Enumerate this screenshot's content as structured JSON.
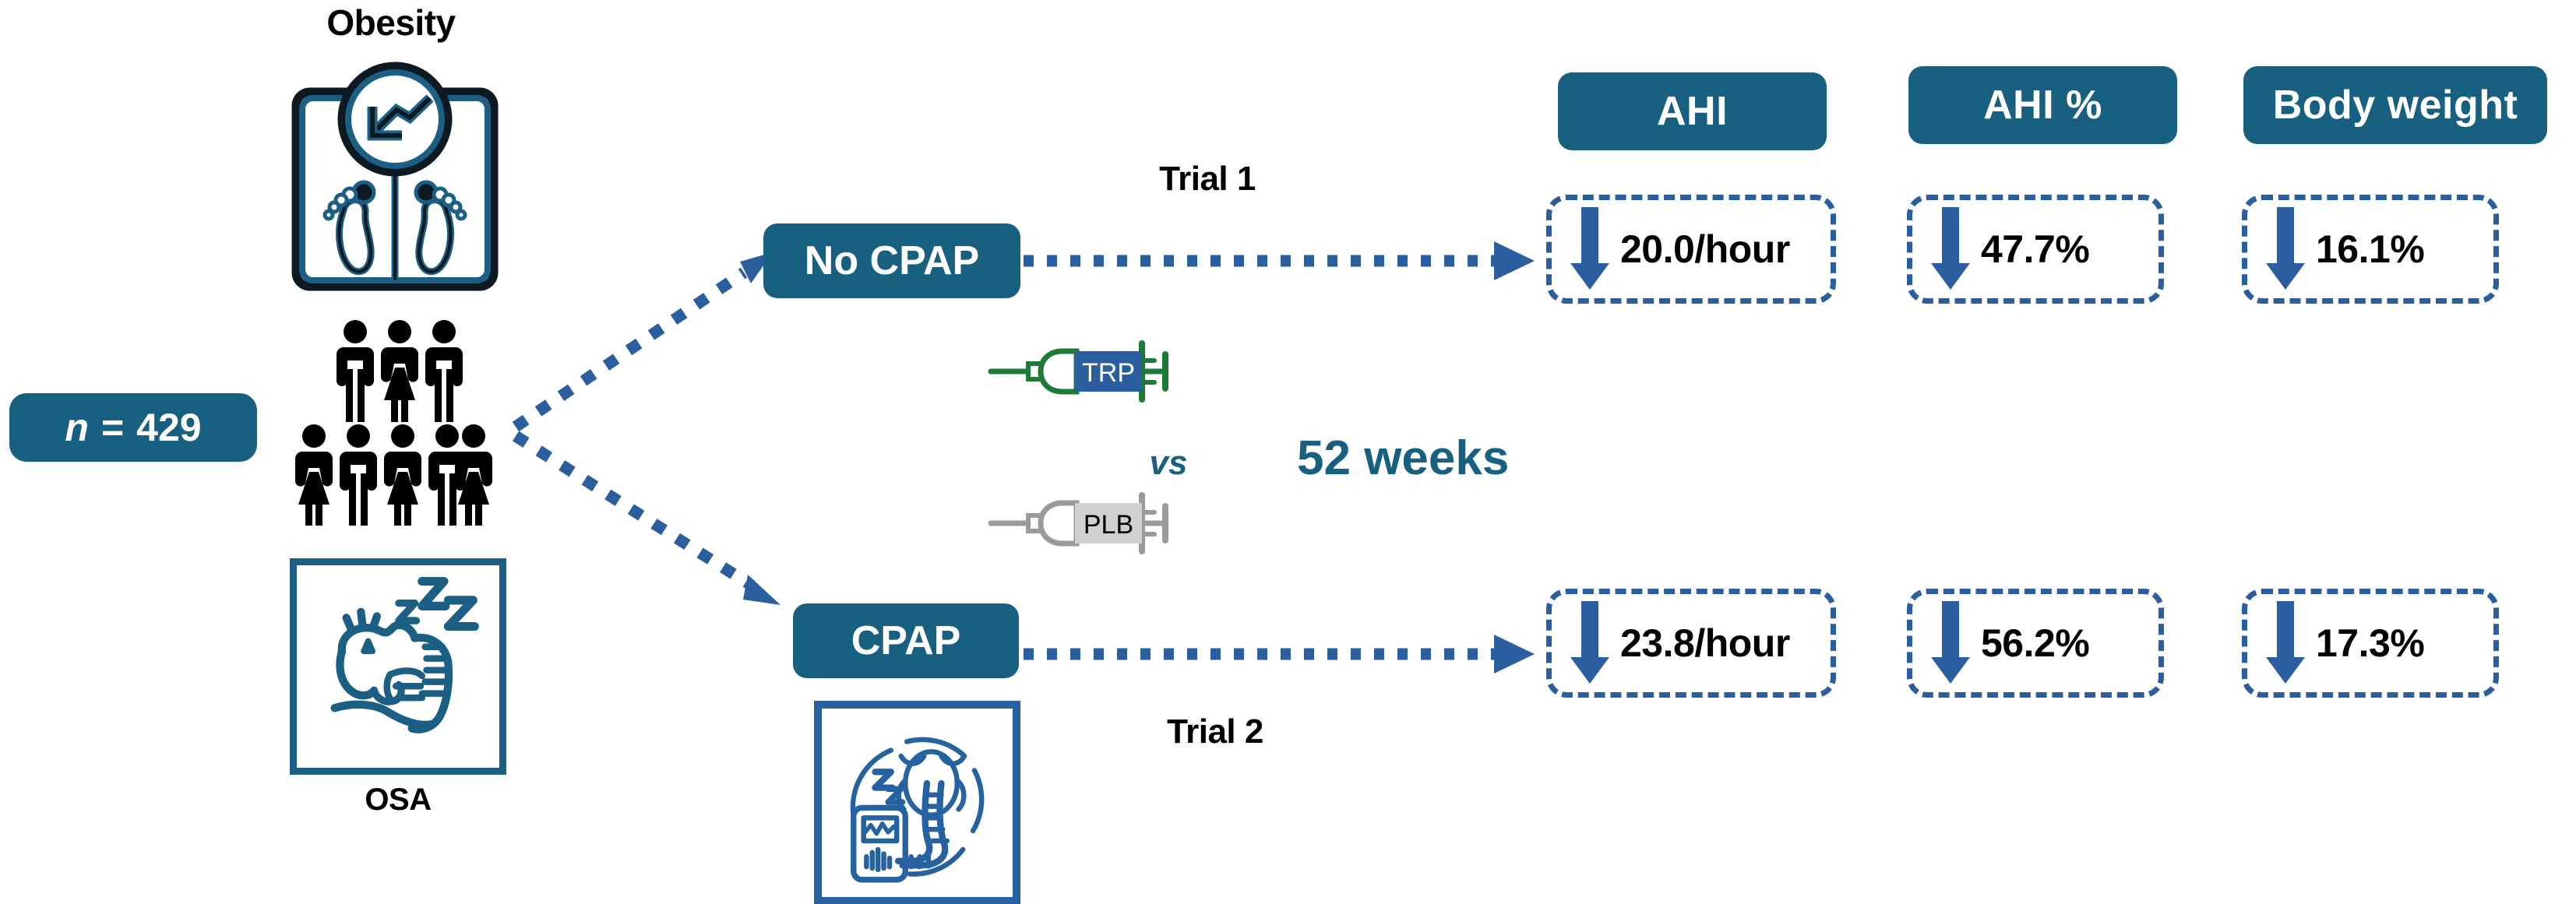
{
  "diagram": {
    "title_semantic": "obesity-osa-tirzepatide-trial-flow",
    "accent_dark_teal": "#17607F",
    "accent_blue": "#2A5E9E",
    "icon_stroke": "#1C5F85",
    "syringe_green": "#1E7B35",
    "syringe_gray": "#9A9A9A",
    "text_black": "#000000",
    "text_white": "#FFFFFF"
  },
  "population": {
    "obesity_label": "Obesity",
    "osa_label": "OSA",
    "n_badge": {
      "symbol": "n",
      "equals": "=",
      "value": "429",
      "full": "n = 429"
    },
    "people_icon": "people-group-icon",
    "scale_icon": "weight-scale-down-arrow-icon",
    "osa_icon": "sleeping-person-snoring-icon"
  },
  "arms": [
    {
      "id": "no-cpap",
      "label": "No CPAP",
      "trial_label": "Trial 1"
    },
    {
      "id": "cpap",
      "label": "CPAP",
      "trial_label": "Trial 2"
    }
  ],
  "intervention": {
    "drug_label": "TRP",
    "placebo_label": "PLB",
    "vs_label": "vs",
    "duration_label": "52 weeks",
    "drug_icon": "syringe-icon",
    "placebo_icon": "syringe-icon",
    "cpap_device_icon": "cpap-machine-icon"
  },
  "outcomes": {
    "headers": [
      "AHI",
      "AHI %",
      "Body weight"
    ],
    "arrow_direction_icon": "arrow-down-icon",
    "rows": [
      {
        "arm": "No CPAP",
        "trial": "Trial 1",
        "values": [
          "20.0/hour",
          "47.7%",
          "16.1%"
        ]
      },
      {
        "arm": "CPAP",
        "trial": "Trial 2",
        "values": [
          "23.8/hour",
          "56.2%",
          "17.3%"
        ]
      }
    ]
  }
}
